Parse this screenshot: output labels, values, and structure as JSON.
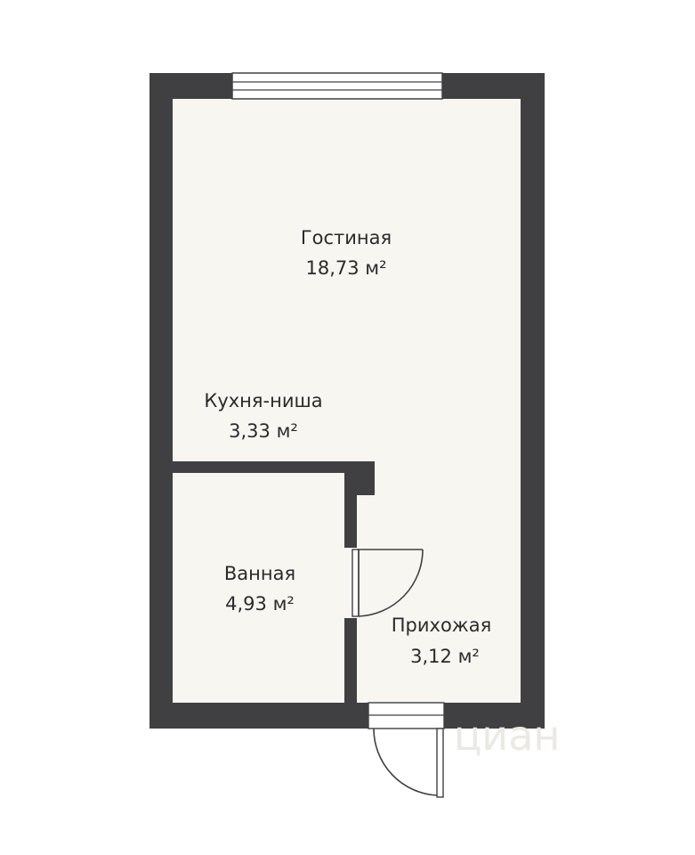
{
  "rooms": {
    "living": {
      "name": "Гостиная",
      "area": "18,73 м²"
    },
    "kitchen": {
      "name": "Кухня-ниша",
      "area": "3,33 м²"
    },
    "bathroom": {
      "name": "Ванная",
      "area": "4,93 м²"
    },
    "hallway": {
      "name": "Прихожая",
      "area": "3,12 м²"
    }
  },
  "watermark": {
    "text": "циан"
  },
  "colors": {
    "wall": "#404042",
    "floor": "#f8f6f1",
    "text": "#2b2b2b"
  }
}
